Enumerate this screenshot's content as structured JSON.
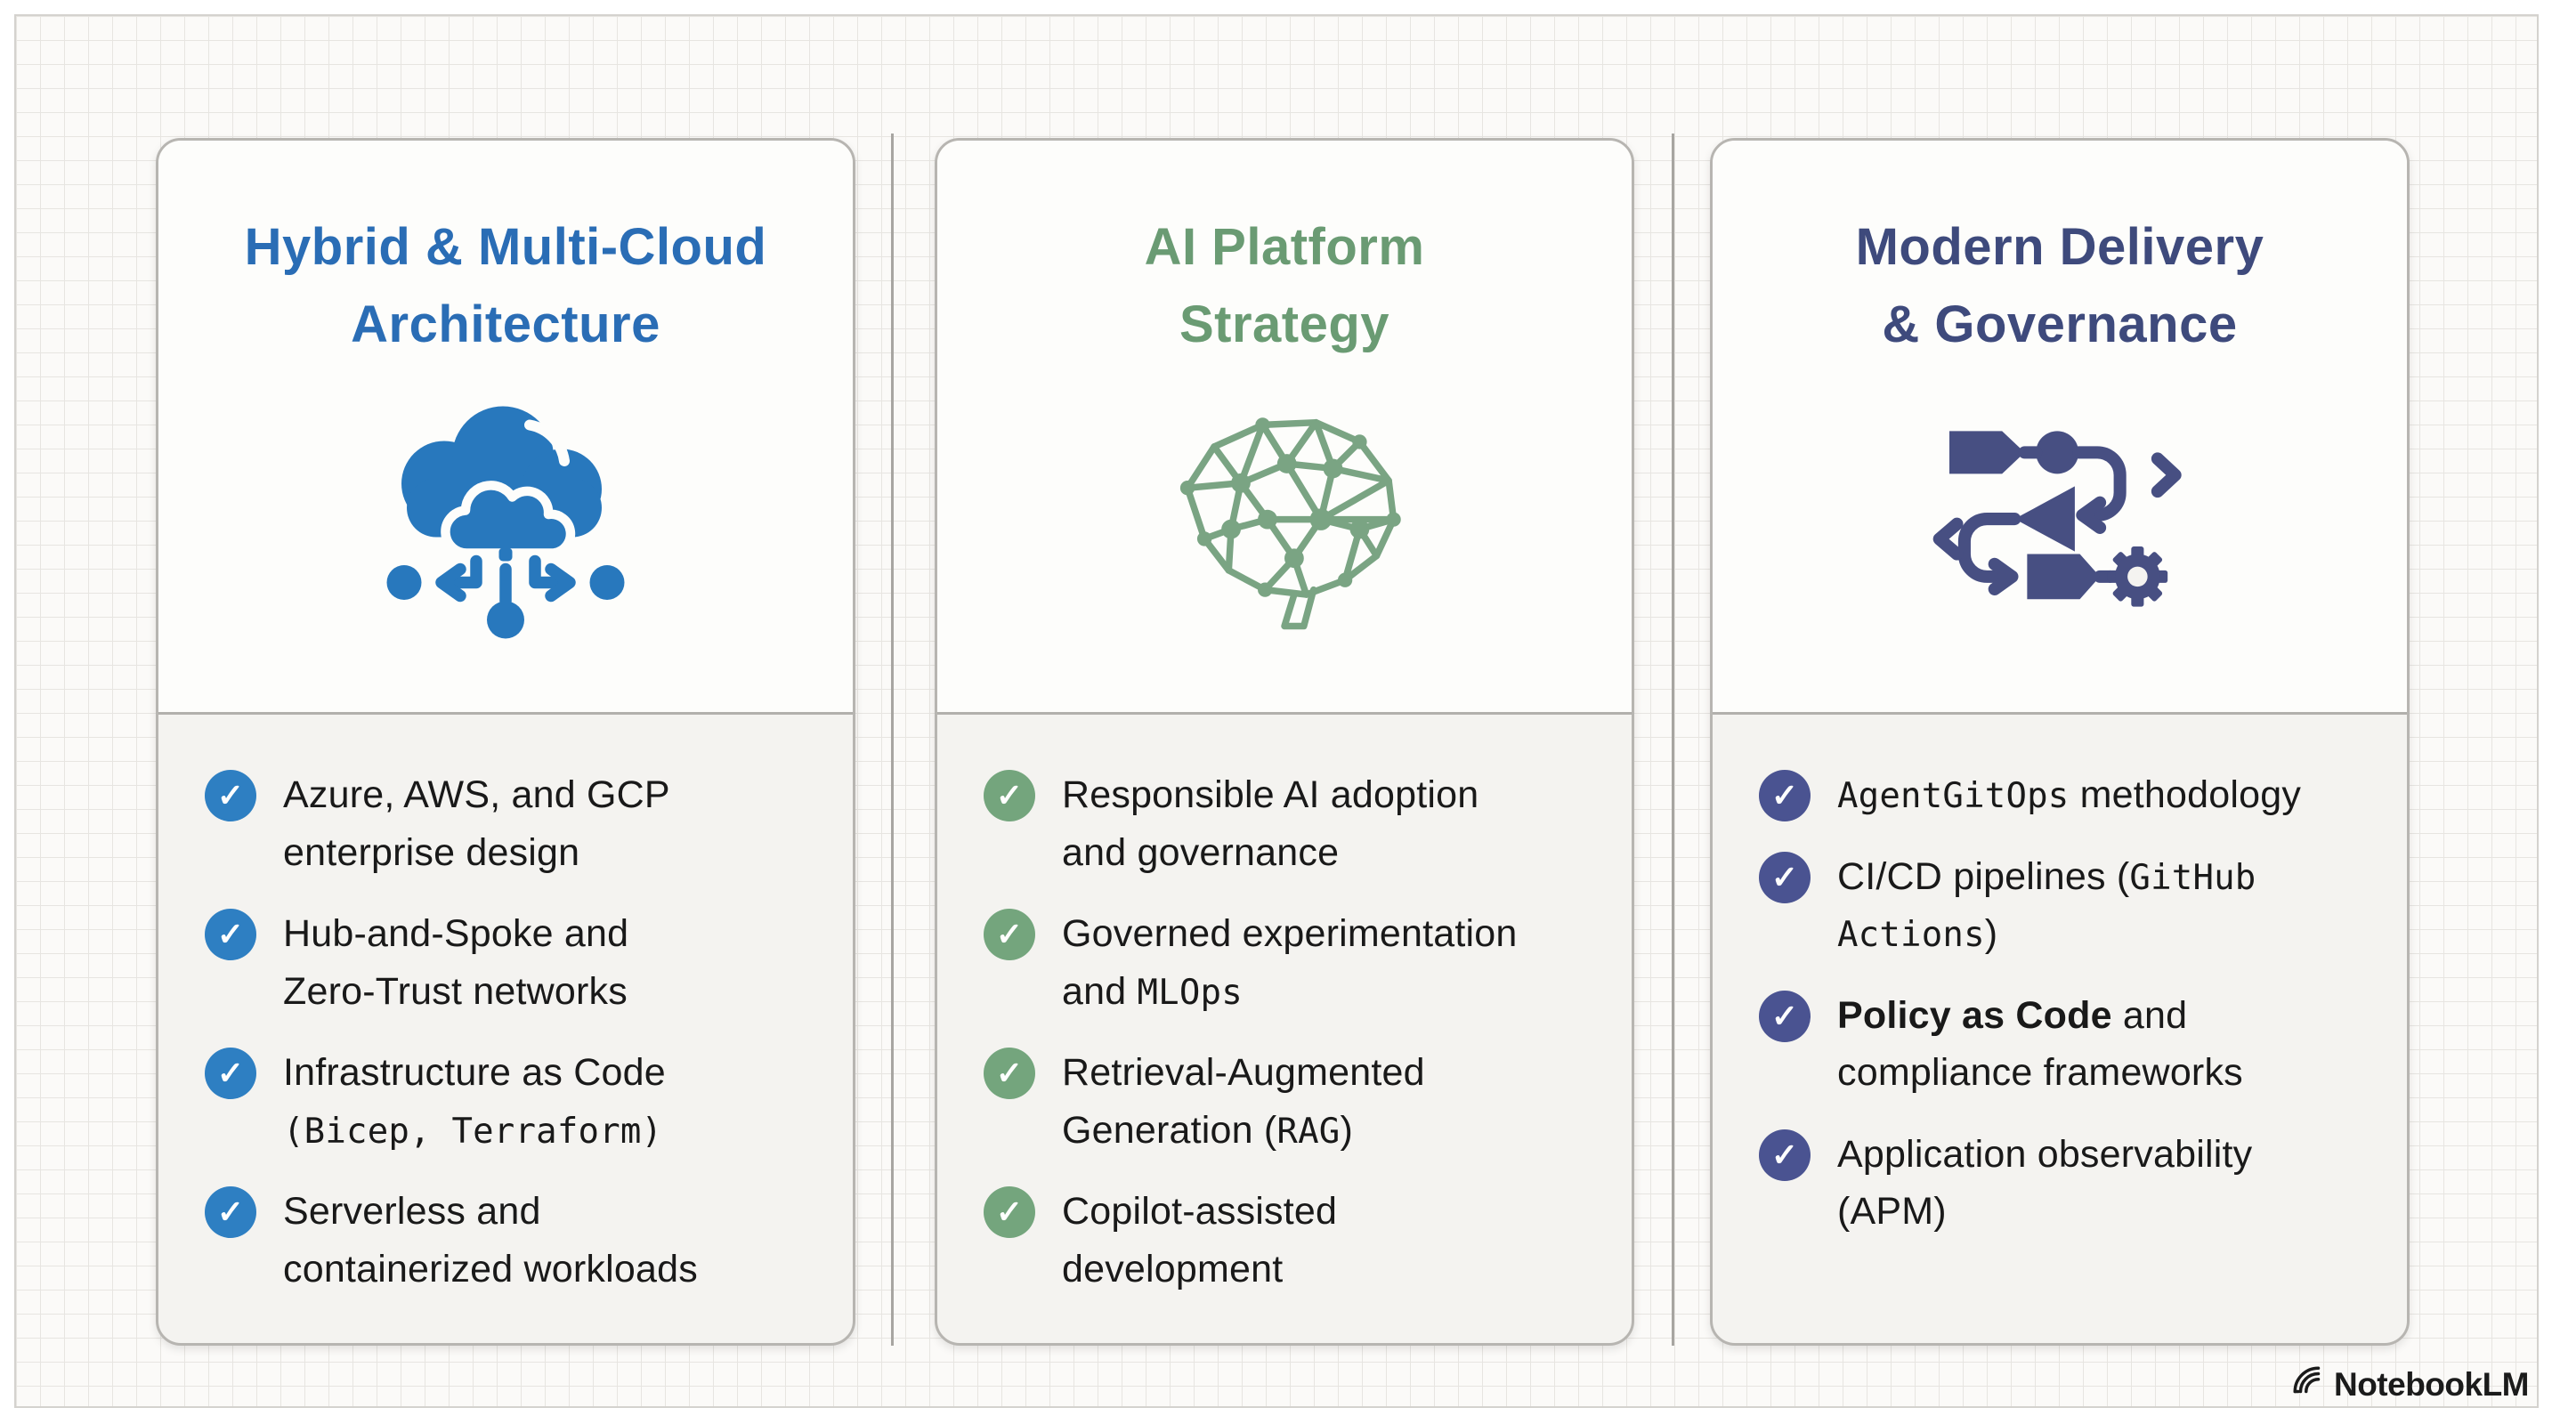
{
  "page": {
    "watermark": {
      "icon": "notebooklm-logo-icon",
      "label": "NotebookLM"
    }
  },
  "ui": {
    "check_glyph": "✓"
  },
  "cards": [
    {
      "title": "Hybrid & Multi-Cloud\nArchitecture",
      "icon": "multi-cloud-sync-icon",
      "accent": "#2a6db5",
      "icon_color": "#2878bd",
      "check_color": "#2e7fc2",
      "items": [
        {
          "segments": [
            {
              "t": "Azure, AWS, and GCP\nenterprise design",
              "f": "sans"
            }
          ]
        },
        {
          "segments": [
            {
              "t": "Hub-and-Spoke and\nZero-Trust networks",
              "f": "sans"
            }
          ]
        },
        {
          "segments": [
            {
              "t": "Infrastructure as Code\n",
              "f": "sans"
            },
            {
              "t": "(Bicep, Terraform)",
              "f": "mono"
            }
          ]
        },
        {
          "segments": [
            {
              "t": "Serverless and\ncontainerized workloads",
              "f": "sans"
            }
          ]
        }
      ]
    },
    {
      "title": "AI Platform\nStrategy",
      "icon": "neural-brain-icon",
      "accent": "#6a9b73",
      "icon_color": "#7aa483",
      "check_color": "#74a57d",
      "items": [
        {
          "segments": [
            {
              "t": "Responsible AI adoption\nand governance",
              "f": "sans"
            }
          ]
        },
        {
          "segments": [
            {
              "t": "Governed experimentation\nand ",
              "f": "sans"
            },
            {
              "t": "MLOps",
              "f": "mono"
            }
          ]
        },
        {
          "segments": [
            {
              "t": "Retrieval-Augmented\nGeneration (",
              "f": "sans"
            },
            {
              "t": "RAG",
              "f": "mono"
            },
            {
              "t": ")",
              "f": "sans"
            }
          ]
        },
        {
          "segments": [
            {
              "t": "Copilot-assisted\ndevelopment",
              "f": "sans"
            }
          ]
        }
      ]
    },
    {
      "title": "Modern Delivery\n& Governance",
      "icon": "pipeline-gear-icon",
      "accent": "#3e4a7c",
      "icon_color": "#474f82",
      "check_color": "#4a5391",
      "items": [
        {
          "segments": [
            {
              "t": "AgentGitOps",
              "f": "mono"
            },
            {
              "t": " methodology",
              "f": "sans"
            }
          ]
        },
        {
          "segments": [
            {
              "t": "CI/CD pipelines (",
              "f": "sans"
            },
            {
              "t": "GitHub\nActions",
              "f": "mono"
            },
            {
              "t": ")",
              "f": "sans"
            }
          ]
        },
        {
          "segments": [
            {
              "t": "Policy as Code",
              "f": "bold"
            },
            {
              "t": " and\ncompliance frameworks",
              "f": "sans"
            }
          ]
        },
        {
          "segments": [
            {
              "t": "Application observability\n(APM)",
              "f": "sans"
            }
          ]
        }
      ]
    }
  ]
}
